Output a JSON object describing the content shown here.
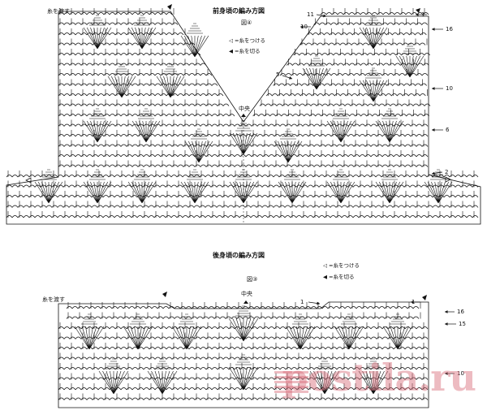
{
  "front": {
    "title": "前身頃の編み方図",
    "figure_no": "図④",
    "pass_thread": "糸を渡す",
    "center": "中央",
    "legend": [
      {
        "symbol": "◁",
        "text": "=糸をつける"
      },
      {
        "symbol": "◀",
        "text": "=糸を切る"
      }
    ],
    "row_labels": [
      "11",
      "10",
      "1",
      "16",
      "5",
      "10",
      "6",
      "2"
    ]
  },
  "back": {
    "title": "後身頃の編み方図",
    "figure_no": "図③",
    "pass_thread": "糸を渡す",
    "center": "中央",
    "legend": [
      {
        "symbol": "◁",
        "text": "=糸をつける"
      },
      {
        "symbol": "◀",
        "text": "=糸を切る"
      }
    ],
    "row_labels": [
      "1",
      "1",
      "16",
      "15",
      "10"
    ]
  },
  "watermark": "postila.ru",
  "colors": {
    "ink": "#111111",
    "watermark": "#d86a78"
  }
}
